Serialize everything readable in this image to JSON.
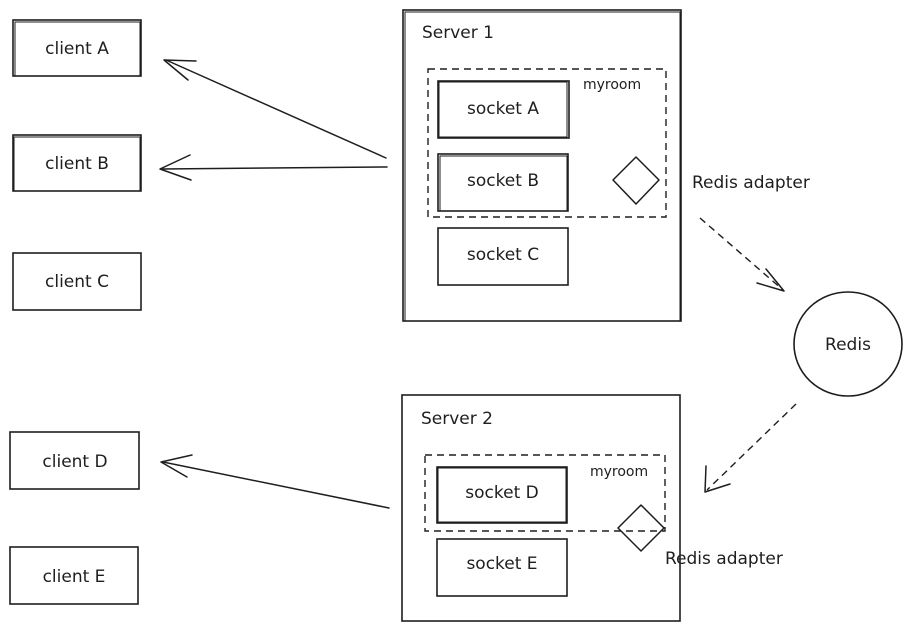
{
  "clients": [
    {
      "label": "client A"
    },
    {
      "label": "client B"
    },
    {
      "label": "client C"
    },
    {
      "label": "client D"
    },
    {
      "label": "client E"
    }
  ],
  "servers": [
    {
      "title": "Server 1",
      "room_label": "myroom",
      "sockets": [
        {
          "label": "socket A"
        },
        {
          "label": "socket B"
        },
        {
          "label": "socket C"
        }
      ],
      "adapter_label": "Redis adapter"
    },
    {
      "title": "Server 2",
      "room_label": "myroom",
      "sockets": [
        {
          "label": "socket D"
        },
        {
          "label": "socket E"
        }
      ],
      "adapter_label": "Redis adapter"
    }
  ],
  "redis": {
    "label": "Redis"
  }
}
